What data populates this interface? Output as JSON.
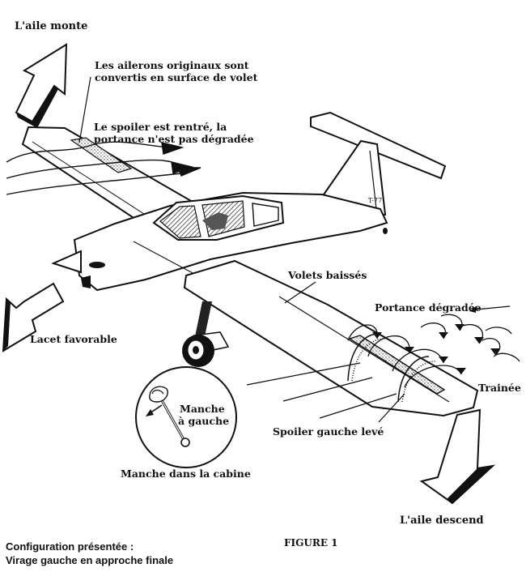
{
  "labels": {
    "wing_up": "L'aile monte",
    "ailerons_line1": "Les ailerons originaux sont",
    "ailerons_line2": "convertis en surface de volet",
    "spoiler_in_line1": "Le spoiler est rentré, la",
    "spoiler_in_line2": "portance n'est pas dégradée",
    "flaps_down": "Volets baissés",
    "degraded_lift": "Portance dégradée",
    "favorable_yaw": "Lacet favorable",
    "drag": "Trainée",
    "stick_left_line1": "Manche",
    "stick_left_line2": "à gauche",
    "left_spoiler_up": "Spoiler gauche levé",
    "stick_in_cockpit": "Manche dans la cabine",
    "wing_down": "L'aile descend",
    "tail_reg": "T-77"
  },
  "caption": {
    "config_line1": "Configuration présentée :",
    "config_line2": "Virage gauche en approche finale",
    "figure": "FIGURE 1"
  }
}
